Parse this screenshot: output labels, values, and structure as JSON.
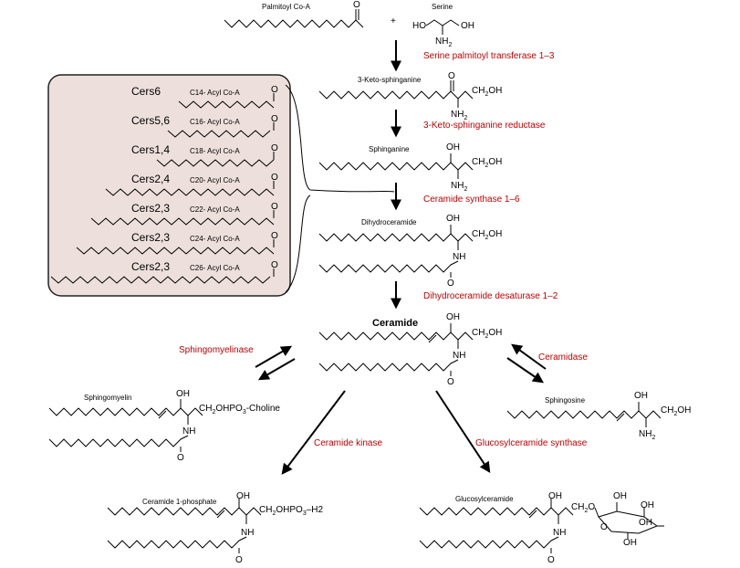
{
  "compounds": {
    "palmitoyl": "Palmitoyl Co-A",
    "serine": "Serine",
    "keto": "3-Keto-sphinganine",
    "sphinganine": "Sphinganine",
    "dihydroceramide": "Dihydroceramide",
    "ceramide": "Ceramide",
    "sphingomyelin": "Sphingomyelin",
    "sphingosine": "Sphingosine",
    "c1p": "Ceramide 1-phosphate",
    "glucosylceramide": "Glucosylceramide"
  },
  "enzymes": {
    "spt": "Serine palmitoyl transferase 1–3",
    "ksr": "3-Keto-sphinganine reductase",
    "cers": "Ceramide synthase 1–6",
    "des": "Dihydroceramide desaturase 1–2",
    "smase": "Sphingomyelinase",
    "cdase": "Ceramidase",
    "cerk": "Ceramide kinase",
    "gcs": "Glucosylceramide synthase"
  },
  "cers_list": [
    {
      "cers": "Cers6",
      "acyl": "C14- Acyl Co-A"
    },
    {
      "cers": "Cers5,6",
      "acyl": "C16- Acyl Co-A"
    },
    {
      "cers": "Cers1,4",
      "acyl": "C18- Acyl Co-A"
    },
    {
      "cers": "Cers2,4",
      "acyl": "C20- Acyl Co-A"
    },
    {
      "cers": "Cers2,3",
      "acyl": "C22- Acyl Co-A"
    },
    {
      "cers": "Cers2,3",
      "acyl": "C24- Acyl Co-A"
    },
    {
      "cers": "Cers2,3",
      "acyl": "C26- Acyl Co-A"
    }
  ],
  "groups": {
    "plus": "+",
    "o": "O",
    "oh": "OH",
    "ho": "HO",
    "nh": "NH",
    "nh2": "NH",
    "sub2": "2",
    "ch2oh": "CH",
    "ch2oh_tail": "OH",
    "ch2ohpo3_choline": "CH",
    "ohpo_choline_a": "OHPO",
    "ohpo_choline_b": "3",
    "ohpo_choline_c": "-Choline",
    "ch2ohpo3_h2": "CH",
    "ohpo_h2_a": "OHPO",
    "ohpo_h2_b": "3",
    "ohpo_h2_c": "–H2",
    "ch2o": "CH",
    "ch2o_tail": "O"
  },
  "colors": {
    "enzyme": "#c00000",
    "box_fill": "#ede0dc",
    "box_border": "#222222"
  }
}
